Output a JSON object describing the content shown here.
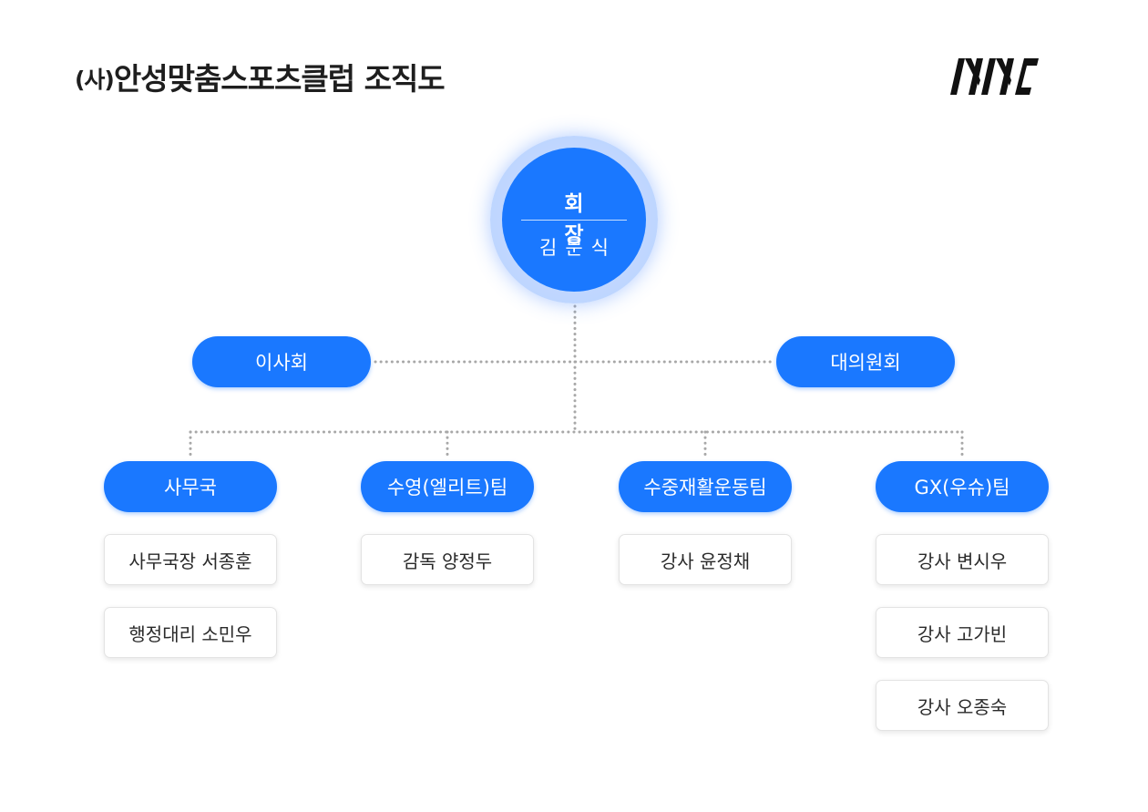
{
  "header": {
    "title_prefix": "(사)",
    "title": "안성맞춤스포츠클럽 조직도",
    "logo_alt": "logo"
  },
  "president": {
    "role": "회장",
    "name": "김문식"
  },
  "committees": {
    "left": "이사회",
    "right": "대의원회"
  },
  "departments": [
    {
      "name": "사무국",
      "members": [
        "사무국장 서종훈",
        "행정대리 소민우"
      ]
    },
    {
      "name": "수영(엘리트)팀",
      "members": [
        "감독 양정두"
      ]
    },
    {
      "name": "수중재활운동팀",
      "members": [
        "강사 윤정채"
      ]
    },
    {
      "name": "GX(우슈)팀",
      "members": [
        "강사 변시우",
        "강사 고가빈",
        "강사 오종숙"
      ]
    }
  ],
  "colors": {
    "primary": "#1a78ff",
    "connector": "#a8a8a8",
    "ring": "#b7d1ff"
  }
}
